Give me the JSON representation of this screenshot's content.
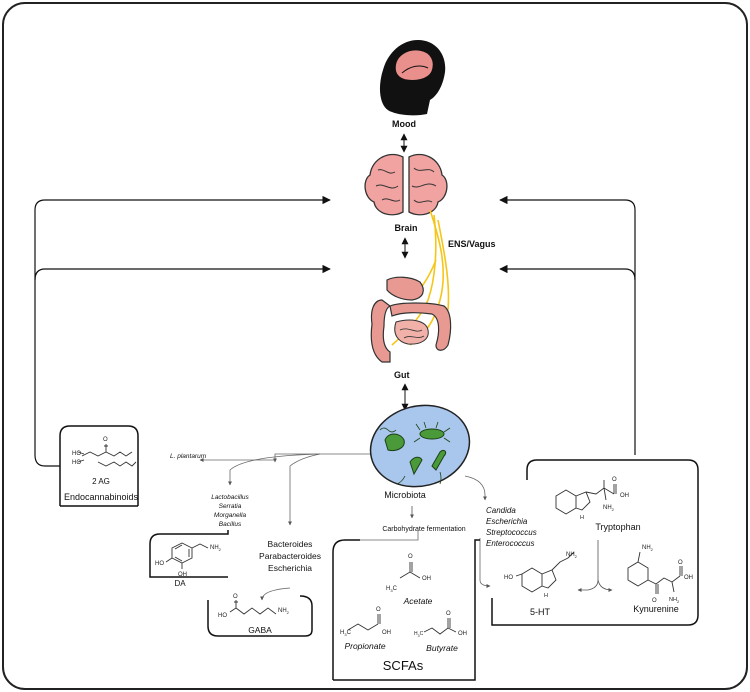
{
  "labels": {
    "mood": "Mood",
    "brain": "Brain",
    "ens_vagus": "ENS/Vagus",
    "gut": "Gut",
    "microbiota": "Microbiota",
    "carb_fermentation": "Carbohydrate fermentation"
  },
  "endocannabinoids": {
    "title": "Endocannabinoids",
    "compound": "2 AG",
    "organism": "L. plantarum"
  },
  "dopamine": {
    "name": "DA",
    "producers": [
      "Lactobacillus",
      "Serratia",
      "Morganella",
      "Bacillus"
    ]
  },
  "gaba": {
    "name": "GABA",
    "producers": [
      "Bacteroides",
      "Parabacteroides",
      "Escherichia"
    ]
  },
  "serotonin": {
    "producers": [
      "Candida",
      "Escherichia",
      "Streptococcus",
      "Enterococcus"
    ],
    "tryptophan": "Tryptophan",
    "serotonin_name": "5-HT",
    "kynurenine": "Kynurenine"
  },
  "scfas": {
    "title": "SCFAs",
    "acetate": "Acetate",
    "propionate": "Propionate",
    "butyrate": "Butyrate"
  },
  "chem_labels": {
    "ho": "HO",
    "oh": "OH",
    "nh2": "NH",
    "sub2": "2",
    "o": "O",
    "h3c": "H",
    "sub3": "3",
    "c": "C",
    "nh": "N",
    "h": "H"
  },
  "colors": {
    "brain": "#f0a3a0",
    "gut": "#e89a92",
    "microbiota_fill": "#a9c6ec",
    "bacteria": "#4a9a3a",
    "nerve": "#f5c518",
    "head": "#111111"
  }
}
